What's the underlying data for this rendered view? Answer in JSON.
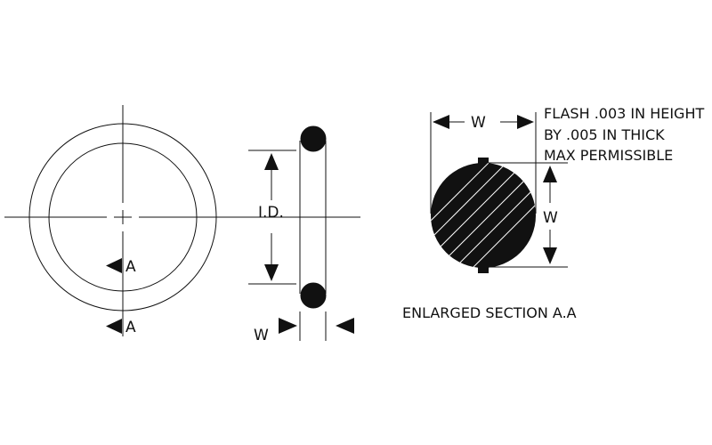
{
  "drawing": {
    "section_mark_top": "A",
    "section_mark_bottom": "A",
    "id_label": "I.D.",
    "side_width_label": "W",
    "section_width_label_top": "W",
    "section_width_label_right": "W",
    "flash_note": [
      "FLASH .003 IN HEIGHT",
      "BY .005 IN THICK",
      "MAX PERMISSIBLE"
    ],
    "section_caption": "ENLARGED SECTION A.A"
  },
  "colors": {
    "line": "#111111",
    "background": "#ffffff",
    "hatch": "#ffffff"
  }
}
